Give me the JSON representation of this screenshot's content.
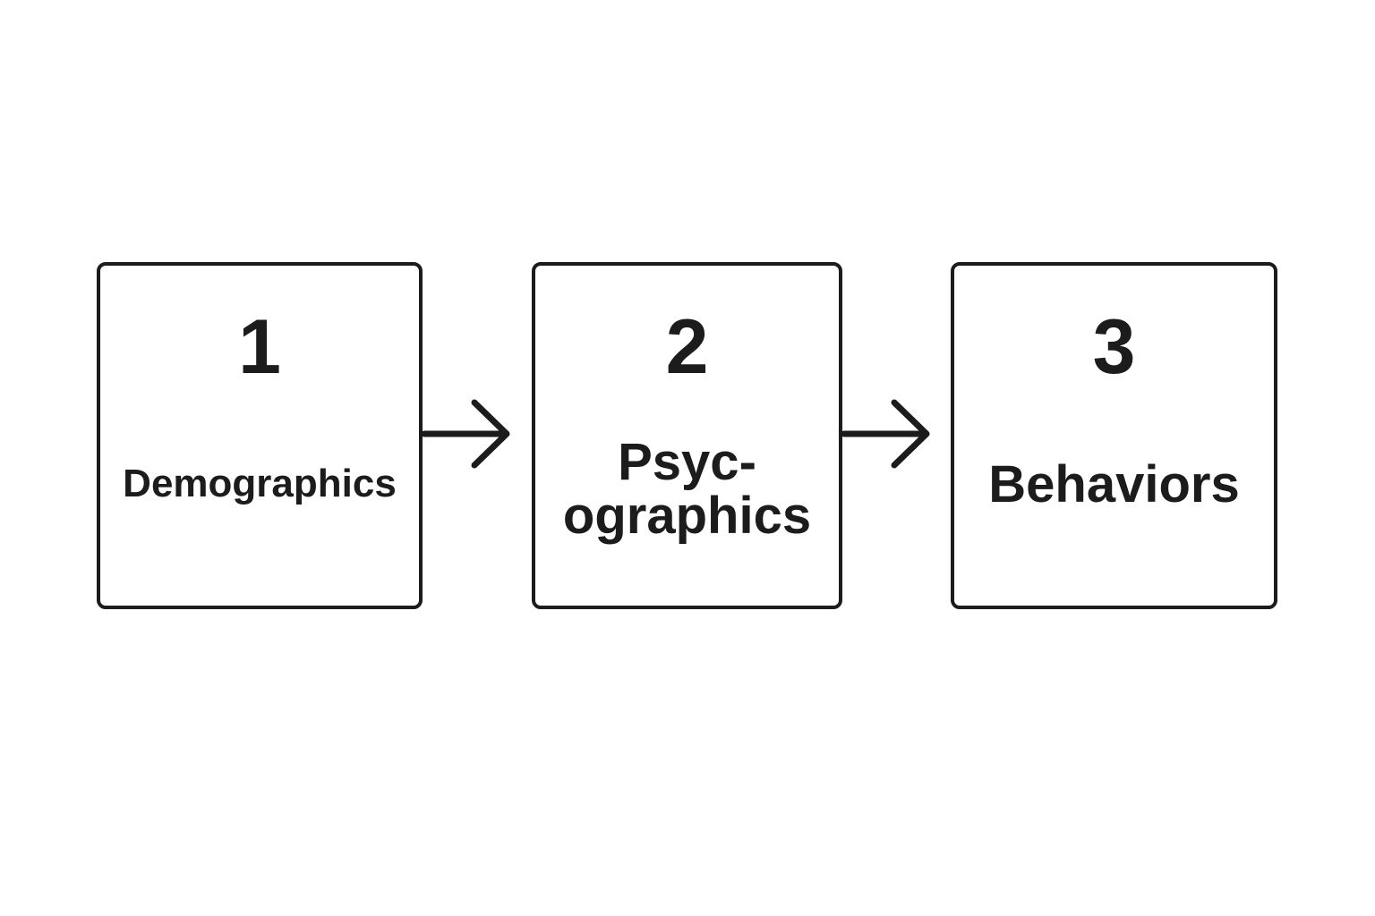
{
  "steps": [
    {
      "number": "1",
      "label": "Demographics"
    },
    {
      "number": "2",
      "label_line1": "Psyc-",
      "label_line2": "ographics"
    },
    {
      "number": "3",
      "label": "Behaviors"
    }
  ],
  "colors": {
    "stroke": "#1c1c1c",
    "background": "#ffffff"
  },
  "icons": [
    "right-arrow-icon",
    "right-arrow-icon"
  ]
}
